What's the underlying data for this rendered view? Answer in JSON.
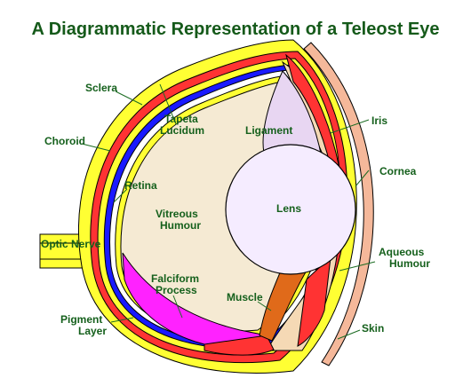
{
  "title": "A Diagrammatic Representation of a Teleost Eye",
  "labels": {
    "sclera": "Sclera",
    "tapeta_1": "Tapeta",
    "tapeta_2": "Lucidum",
    "ligament": "Ligament",
    "iris": "Iris",
    "choroid": "Choroid",
    "cornea": "Cornea",
    "retina": "Retina",
    "vitreous_1": "Vitreous",
    "vitreous_2": "Humour",
    "lens": "Lens",
    "optic_nerve": "Optic Nerve",
    "aqueous_1": "Aqueous",
    "aqueous_2": "Humour",
    "falciform_1": "Falciform",
    "falciform_2": "Process",
    "muscle": "Muscle",
    "pigment_1": "Pigment",
    "pigment_2": "Layer",
    "skin": "Skin"
  },
  "colors": {
    "sclera": "#ffff33",
    "choroid_red": "#ff3333",
    "tapeta_blue": "#1a1aff",
    "pigment": "#ff3333",
    "vitreous": "#f5ead3",
    "aqueous": "#f5d9b5",
    "ligament": "#e8d6f2",
    "lens": "#f5ecff",
    "falciform": "#ff22ff",
    "muscle": "#e06a1a",
    "skin": "#f5b89a",
    "outline": "#000000",
    "label": "#15601c"
  }
}
